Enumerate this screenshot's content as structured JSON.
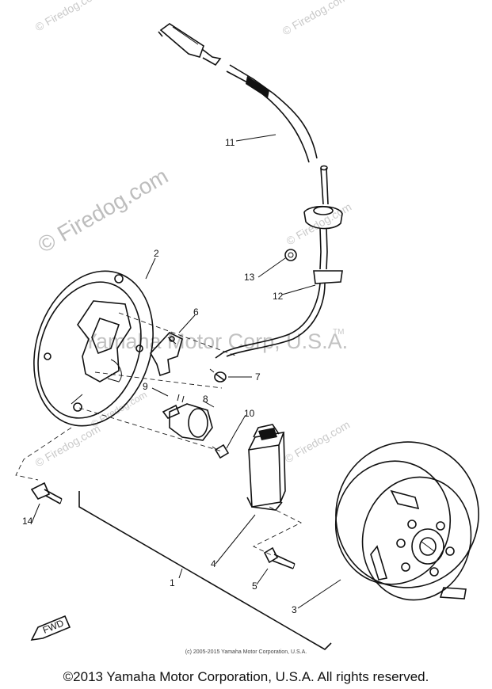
{
  "watermarks": {
    "firedog_text": "© Firedog.com",
    "corp_text": "Yamaha Motor Corp, U.S.A.",
    "tm": "TM"
  },
  "callouts": {
    "c1": "1",
    "c2": "2",
    "c3": "3",
    "c4": "4",
    "c5": "5",
    "c6": "6",
    "c7": "7",
    "c8": "8",
    "c9": "9",
    "c10": "10",
    "c11": "11",
    "c12": "12",
    "c13": "13",
    "c14": "14"
  },
  "fwd_label": "FWD",
  "footer": {
    "small": "(c) 2005-2015 Yamaha Motor Corporation, U.S.A.",
    "main": "©2013 Yamaha Motor Corporation, U.S.A. All rights reserved."
  }
}
